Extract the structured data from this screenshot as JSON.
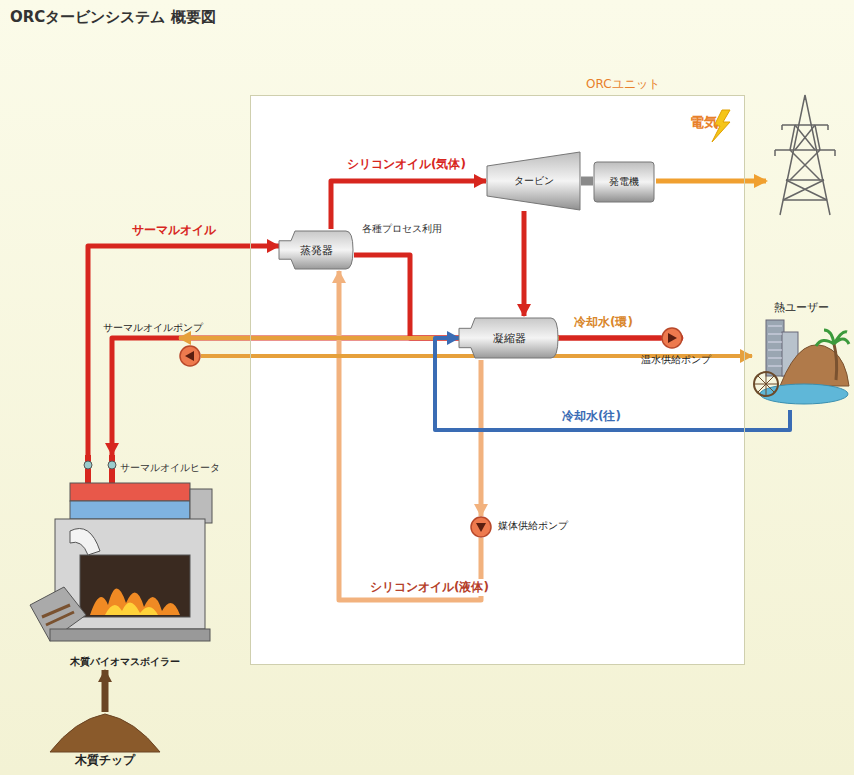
{
  "diagram": {
    "title": "ORCタービンシステム 概要図",
    "nodes": [
      {
        "text": [
          "ORCユニット"
        ]
      },
      {
        "text": [
          "蒸発器"
        ],
        "in": 0
      },
      {
        "text": [
          "タービン"
        ],
        "in": 0
      },
      {
        "text": [
          "発電機"
        ],
        "in": 0
      },
      {
        "text": [
          "凝縮器"
        ],
        "in": 0
      },
      {
        "text": [
          "媒体供給ポンプ"
        ],
        "in": 0
      },
      {
        "text": [
          "サーマルオイルポンプ"
        ]
      },
      {
        "text": [
          "温水供給ポンプ"
        ],
        "in": 0
      },
      {
        "text": [
          "木質バイオマスボイラー"
        ]
      },
      {
        "text": [
          "熱ユーザー"
        ]
      },
      {
        "text": [
          "木質チップ"
        ]
      }
    ],
    "edges": [
      {
        "from": 8,
        "to": 1,
        "label": "サーマルオイル",
        "arrow": "to"
      },
      {
        "from": 1,
        "to": 6,
        "arrow": "to"
      },
      {
        "from": 6,
        "to": 8,
        "arrow": "to"
      },
      {
        "from": 1,
        "to": 2,
        "label": "シリコンオイル(気体)",
        "arrow": "to"
      },
      {
        "from": 2,
        "to": 3,
        "arrow": "none"
      },
      {
        "from": 2,
        "to": 4,
        "arrow": "to"
      },
      {
        "from": 4,
        "to": 5,
        "arrow": "to"
      },
      {
        "from": 5,
        "to": 1,
        "label": "シリコンオイル(液体)",
        "arrow": "to"
      },
      {
        "from": 4,
        "to": 7,
        "label": "冷却水(環)",
        "arrow": "to"
      },
      {
        "from": 7,
        "to": 9,
        "arrow": "to"
      },
      {
        "from": 9,
        "to": 4,
        "label": "冷却水(往)",
        "arrow": "to"
      },
      {
        "from": 10,
        "to": 8,
        "arrow": "to"
      }
    ],
    "labels": [
      "各種プロセス利用",
      "電気",
      "サーマルオイルヒータ"
    ]
  }
}
